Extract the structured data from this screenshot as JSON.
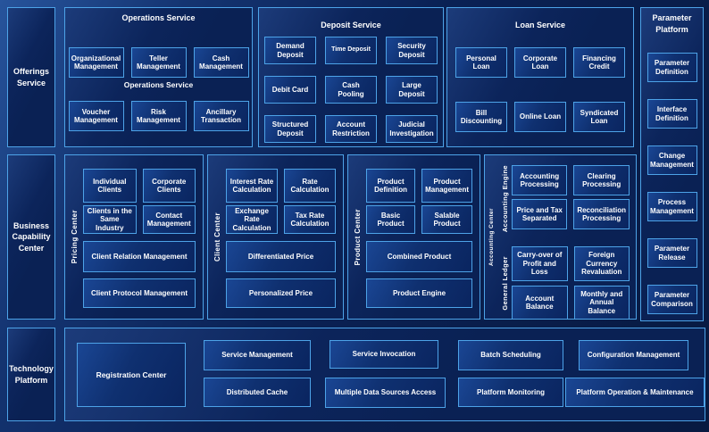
{
  "colors": {
    "accent_border": "#4da3e8",
    "background": "#0a2154",
    "box_fill": "#0f3070",
    "text": "#ffffff"
  },
  "left_column": {
    "offerings": "Offerings Service",
    "business": "Business Capability Center",
    "technology": "Technology Platform"
  },
  "operations": {
    "title": "Operations Service",
    "subtitle": "Operations Service",
    "row1": [
      "Organizational Management",
      "Teller Management",
      "Cash Management"
    ],
    "row2": [
      "Voucher Management",
      "Risk Management",
      "Ancillary Transaction"
    ]
  },
  "deposit": {
    "title": "Deposit Service",
    "boxes": [
      "Demand Deposit",
      "Time Deposit",
      "Security Deposit",
      "Debit Card",
      "Cash Pooling",
      "Large Deposit",
      "Structured Deposit",
      "Account Restriction",
      "Judicial Investigation"
    ]
  },
  "loan": {
    "title": "Loan Service",
    "row1": [
      "Personal Loan",
      "Corporate Loan",
      "Financing Credit"
    ],
    "row2": [
      "Bill Discounting",
      "Online Loan",
      "Syndicated Loan"
    ]
  },
  "parameter": {
    "title": "Parameter Platform",
    "boxes": [
      "Parameter Definition",
      "Interface Definition",
      "Change Management",
      "Process Management",
      "Parameter Release",
      "Parameter Comparison"
    ]
  },
  "pricing_center": {
    "label": "Pricing Center",
    "small_boxes": [
      "Individual Clients",
      "Corporate Clients",
      "Clients in the Same Industry",
      "Contact Management"
    ],
    "wide_boxes": [
      "Client Relation Management",
      "Client Protocol Management"
    ]
  },
  "client_center": {
    "label": "Client Center",
    "small_boxes": [
      "Interest Rate Calculation",
      "Rate Calculation",
      "Exchange Rate Calculation",
      "Tax Rate Calculation"
    ],
    "wide_boxes": [
      "Differentiated Price",
      "Personalized Price"
    ]
  },
  "product_center": {
    "label": "Product Center",
    "small_boxes": [
      "Product Definition",
      "Product Management",
      "Basic Product",
      "Salable Product"
    ],
    "wide_boxes": [
      "Combined Product",
      "Product Engine"
    ]
  },
  "accounting_center": {
    "label": "Accounting Center",
    "engine_label": "Accounting Engine",
    "ledger_label": "General Ledger",
    "engine_boxes": [
      "Accounting Processing",
      "Clearing Processing",
      "Price and Tax Separated",
      "Reconciliation Processing"
    ],
    "ledger_boxes": [
      "Carry-over of Profit and Loss",
      "Foreign Currency Revaluation",
      "Account Balance",
      "Monthly and Annual Balance"
    ]
  },
  "technology_platform": {
    "registration": "Registration Center",
    "row1": [
      "Service Management",
      "Service Invocation",
      "Batch Scheduling",
      "Configuration Management"
    ],
    "row2": [
      "Distributed Cache",
      "Multiple Data Sources Access",
      "Platform Monitoring",
      "Platform Operation & Maintenance"
    ]
  }
}
